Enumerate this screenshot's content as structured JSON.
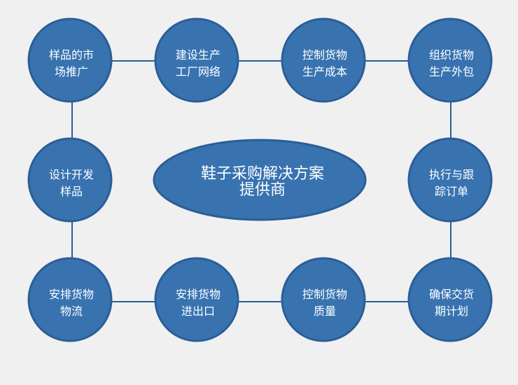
{
  "center": {
    "line1": "鞋子采购解决方案",
    "line2": "提供商"
  },
  "nodes": [
    {
      "line1": "样品的市",
      "line2": "场推广"
    },
    {
      "line1": "建设生产",
      "line2": "工厂网络"
    },
    {
      "line1": "控制货物",
      "line2": "生产成本"
    },
    {
      "line1": "组织货物",
      "line2": "生产外包"
    },
    {
      "line1": "执行与跟",
      "line2": "踪订单"
    },
    {
      "line1": "确保交货",
      "line2": "期计划"
    },
    {
      "line1": "控制货物",
      "line2": "质量"
    },
    {
      "line1": "安排货物",
      "line2": "进出口"
    },
    {
      "line1": "安排货物",
      "line2": "物流"
    },
    {
      "line1": "设计开发",
      "line2": "样品"
    }
  ],
  "colors": {
    "node_fill": "#3873b0",
    "node_border": "#2a5e98",
    "background": "#f0f0f0"
  }
}
